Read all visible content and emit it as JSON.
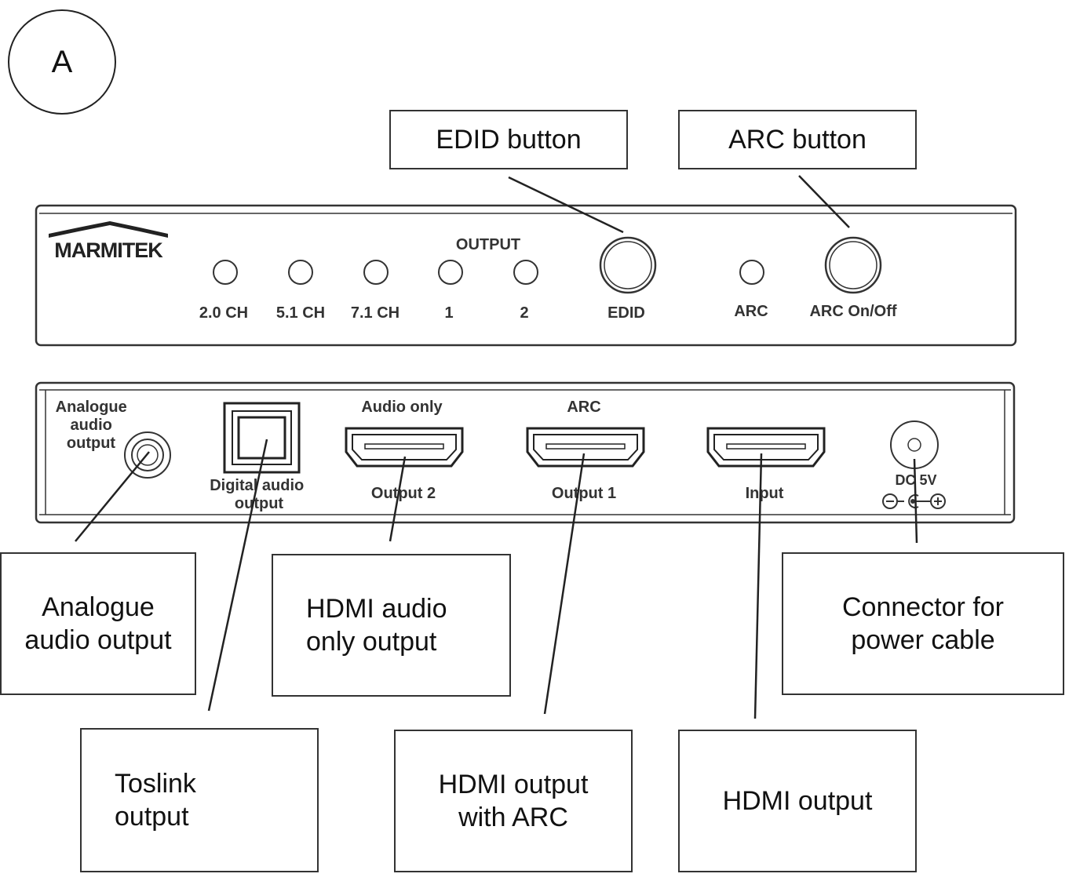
{
  "figure_label": "A",
  "front_panel": {
    "logo": "MARMITEK",
    "output_heading": "OUTPUT",
    "indicators": [
      "2.0 CH",
      "5.1 CH",
      "7.1 CH",
      "1",
      "2"
    ],
    "edid_label": "EDID",
    "arc_indicator_label": "ARC",
    "arc_button_label": "ARC On/Off"
  },
  "rear_panel": {
    "analogue_label": "Analogue\naudio\noutput",
    "digital_label": "Digital audio\noutput",
    "output2_heading": "Audio only",
    "output2_label": "Output 2",
    "output1_heading": "ARC",
    "output1_label": "Output 1",
    "input_label": "Input",
    "dc_label": "DC 5V"
  },
  "callouts": {
    "edid_button": "EDID button",
    "arc_button": "ARC button",
    "analogue_audio": "Analogue\naudio output",
    "hdmi_audio_only": "HDMI audio\nonly output",
    "power_connector": "Connector for\npower cable",
    "toslink": "Toslink\noutput",
    "hdmi_arc": "HDMI output\nwith ARC",
    "hdmi_output": "HDMI output"
  }
}
